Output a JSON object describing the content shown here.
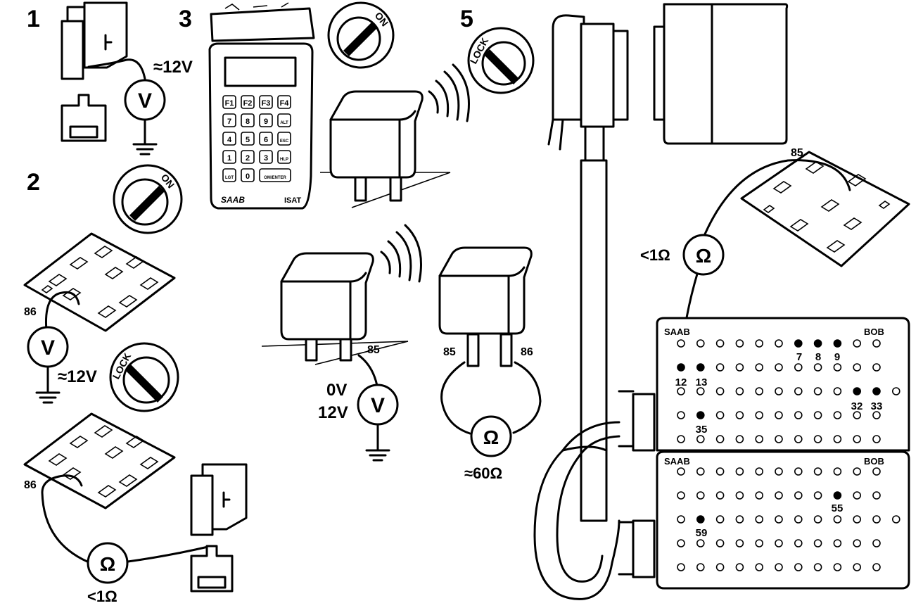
{
  "steps": {
    "s1": "1",
    "s2": "2",
    "s3": "3",
    "s5": "5"
  },
  "labels": {
    "v12_top": "≈12V",
    "v12_mid": "≈12V",
    "v_symbol": "V",
    "ohm_symbol": "Ω",
    "lt1ohm_left": "<1Ω",
    "lt1ohm_right": "<1Ω",
    "ohm60": "≈60Ω",
    "pin86": "86",
    "pin85": "85",
    "v0": "0V",
    "v12": "12V",
    "on": "ON",
    "lock": "LOCK"
  },
  "tester": {
    "brand": "SAAB",
    "model": "ISAT",
    "keys": [
      "F1",
      "F2",
      "F3",
      "F4",
      "7",
      "8",
      "9",
      "ALT",
      "4",
      "5",
      "6",
      "ESC",
      "1",
      "2",
      "3",
      "HLP",
      "LGT",
      "0",
      "OM/ENTER"
    ]
  },
  "bob": {
    "brand": "SAAB",
    "name": "BOB",
    "upper_pins": [
      "7",
      "8",
      "9",
      "12",
      "13",
      "32",
      "33",
      "35"
    ],
    "lower_pins": [
      "55",
      "59"
    ]
  }
}
